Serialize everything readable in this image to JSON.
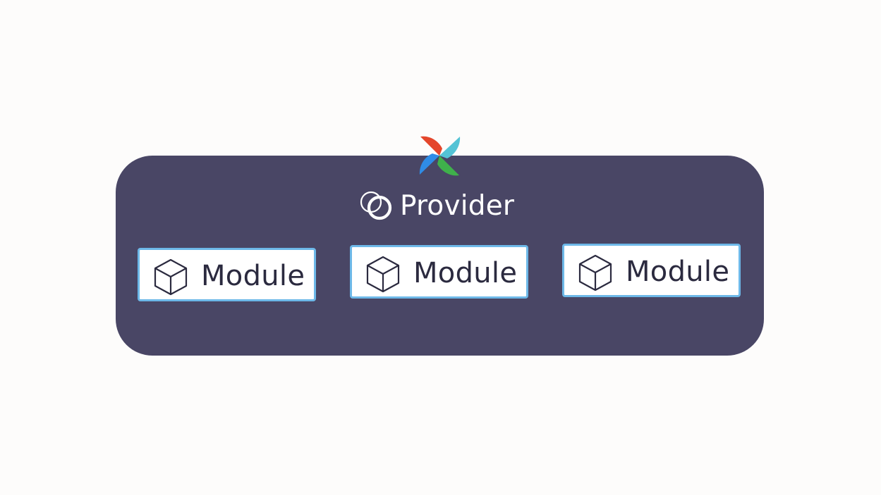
{
  "colors": {
    "background": "#fdfcfb",
    "panel": "#494665",
    "panel_text": "#ffffff",
    "card_border": "#6db8e8",
    "card_background": "#ffffff",
    "card_text": "#2b2a3f",
    "logo_red": "#e4462b",
    "logo_teal": "#54c3d5",
    "logo_green": "#3fb14b",
    "logo_blue": "#2f8ce6"
  },
  "provider": {
    "title": "Provider",
    "logo_icon": "airflow-pinwheel-icon",
    "title_icon": "overlapping-circles-icon"
  },
  "modules": [
    {
      "label": "Module",
      "icon": "cube-icon"
    },
    {
      "label": "Module",
      "icon": "cube-icon"
    },
    {
      "label": "Module",
      "icon": "cube-icon"
    }
  ]
}
